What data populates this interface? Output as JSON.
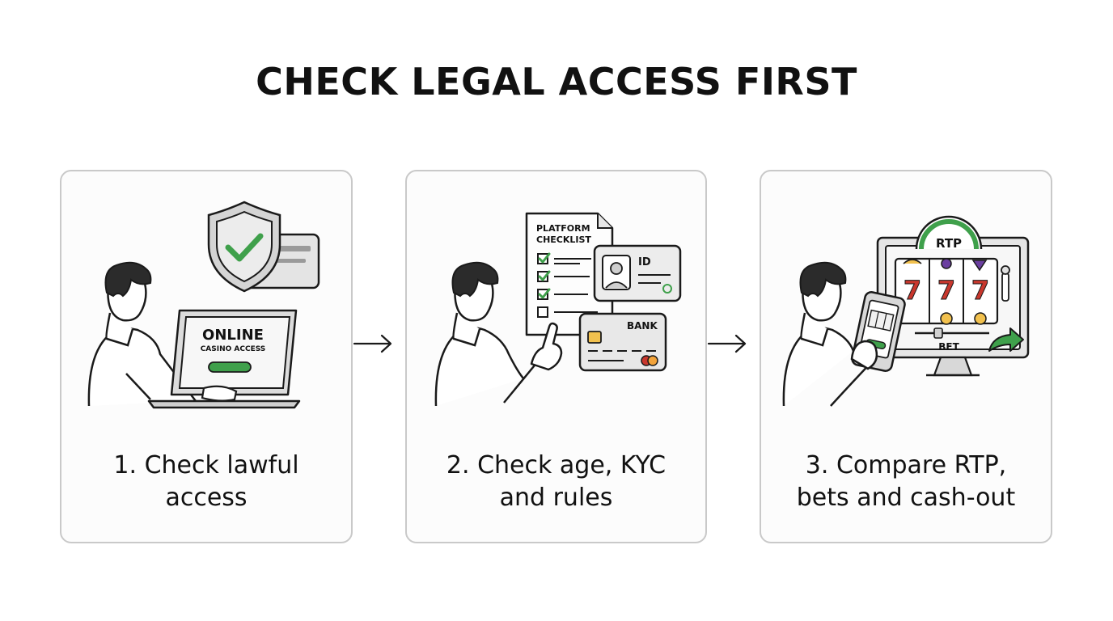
{
  "title": "CHECK LEGAL ACCESS FIRST",
  "steps": [
    {
      "caption_line1": "1. Check lawful",
      "caption_line2": "access",
      "laptop_title": "ONLINE",
      "laptop_subtitle": "CASINO ACCESS",
      "icons": [
        "person-icon",
        "shield-check-icon",
        "id-card-icon",
        "laptop-icon"
      ]
    },
    {
      "caption_line1": "2. Check age, KYC",
      "caption_line2": "and rules",
      "checklist_line1": "PLATFORM",
      "checklist_line2": "CHECKLIST",
      "id_label": "ID",
      "bank_label": "BANK",
      "icons": [
        "person-icon",
        "checklist-icon",
        "id-card-icon",
        "bank-card-icon"
      ]
    },
    {
      "caption_line1": "3. Compare RTP,",
      "caption_line2": "bets and cash-out",
      "rtp_label": "RTP",
      "slot_symbols": [
        "7",
        "7",
        "7"
      ],
      "bet_label": "BET",
      "icons": [
        "person-icon",
        "smartphone-icon",
        "slot-machine-icon",
        "gauge-icon",
        "cash-out-arrow-icon"
      ]
    }
  ],
  "colors": {
    "accent_green": "#3fa04b",
    "slot_red": "#c8372d",
    "coin_yellow": "#f2c14e",
    "gem_purple": "#6b3fa0",
    "card_border": "#c9c9c9"
  }
}
